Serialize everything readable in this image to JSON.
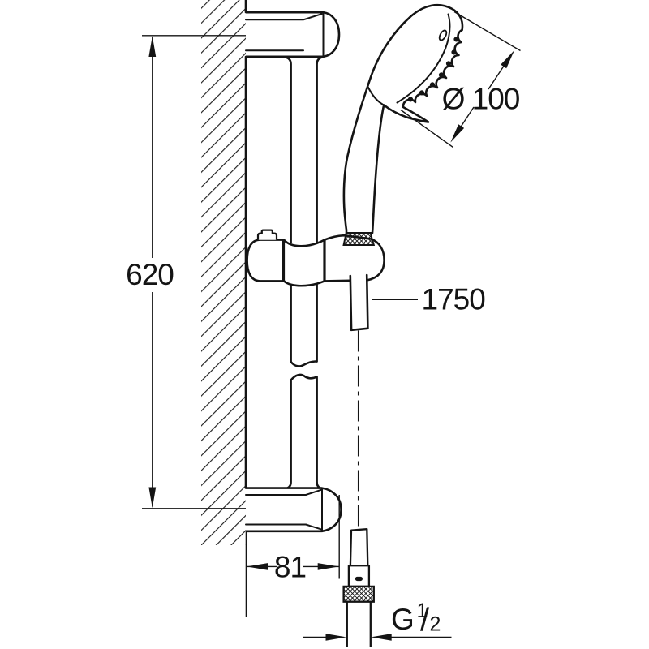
{
  "drawing": {
    "background_color": "#ffffff",
    "line_color": "#141414",
    "labels": {
      "rail_height": "620",
      "head_diameter": "Ø 100",
      "hose_length": "1750",
      "rail_wall_offset": "81",
      "thread": {
        "prefix": "G",
        "numerator": "1",
        "slash": "/",
        "denominator": "2"
      }
    }
  }
}
